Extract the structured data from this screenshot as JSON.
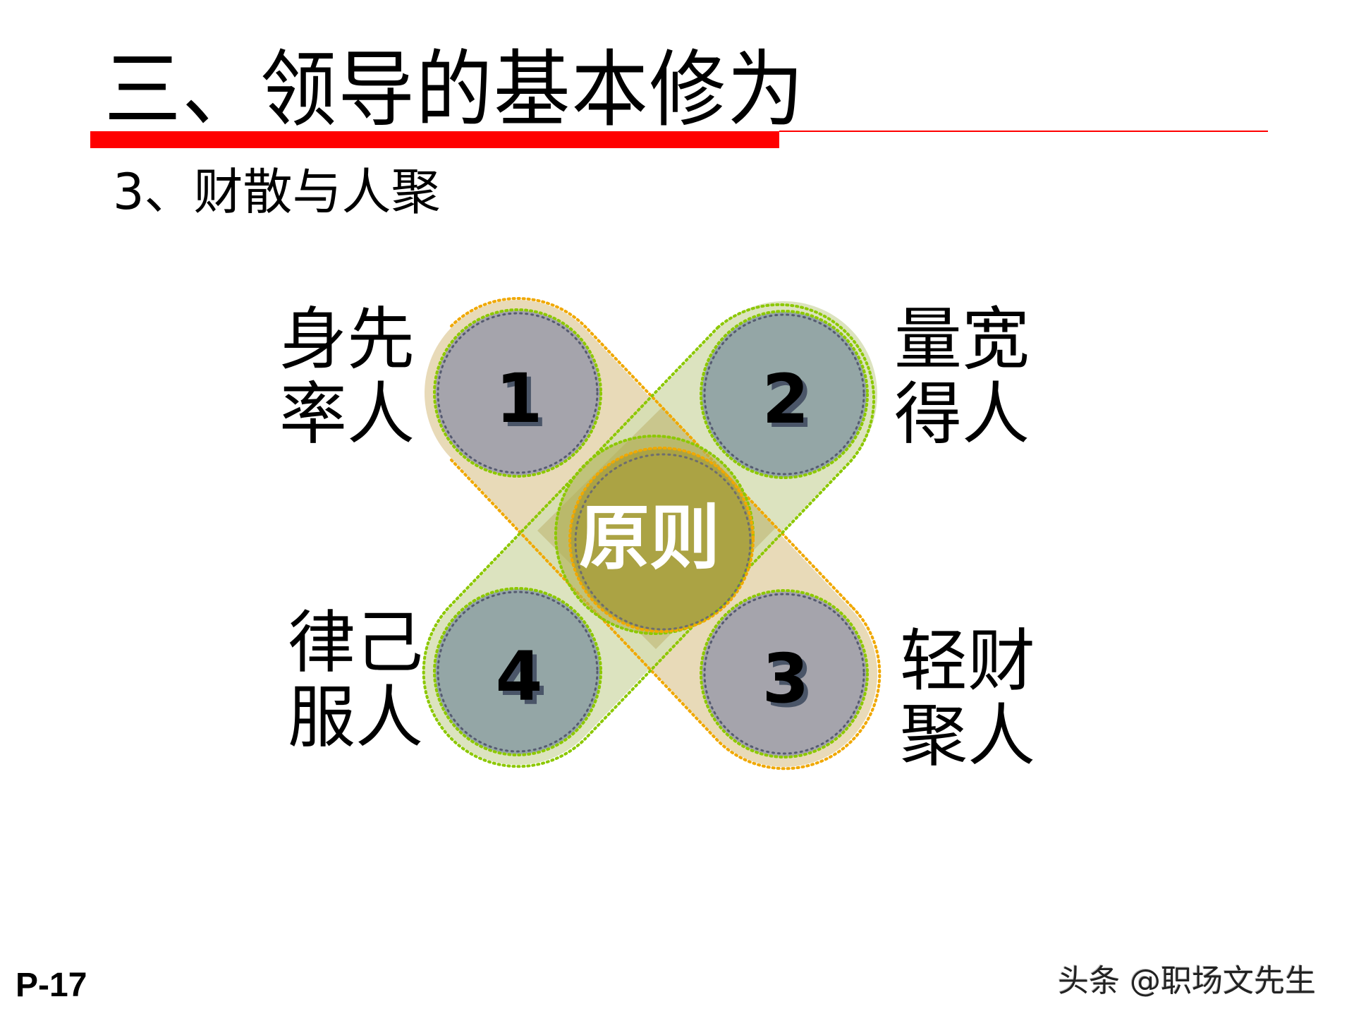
{
  "slide": {
    "title": "三、领导的基本修为",
    "subtitle": "3、财散与人聚",
    "page_number": "P-17",
    "watermark": "头条 @职场文先生"
  },
  "diagram": {
    "center_label": "原则",
    "items": [
      {
        "number": "1",
        "label": "身先率人",
        "position": "top-left",
        "circle_color": "#a5a4ac",
        "band_color": "#e8dab8"
      },
      {
        "number": "2",
        "label": "量宽得人",
        "position": "top-right",
        "circle_color": "#94a6a6",
        "band_color": "#d6dfb4"
      },
      {
        "number": "3",
        "label": "轻财聚人",
        "position": "bottom-right",
        "circle_color": "#a5a4ac",
        "band_color": "#e8dab8"
      },
      {
        "number": "4",
        "label": "律己服人",
        "position": "bottom-left",
        "circle_color": "#94a6a6",
        "band_color": "#d6dfb4"
      }
    ],
    "colors": {
      "center_fill": "#aba344",
      "overlap_fill": "#c8c388",
      "accent_red": "#ff0000",
      "dot_orange": "#f0a800",
      "dot_green": "#8cc800",
      "dot_gray": "#6e6e6e"
    }
  }
}
